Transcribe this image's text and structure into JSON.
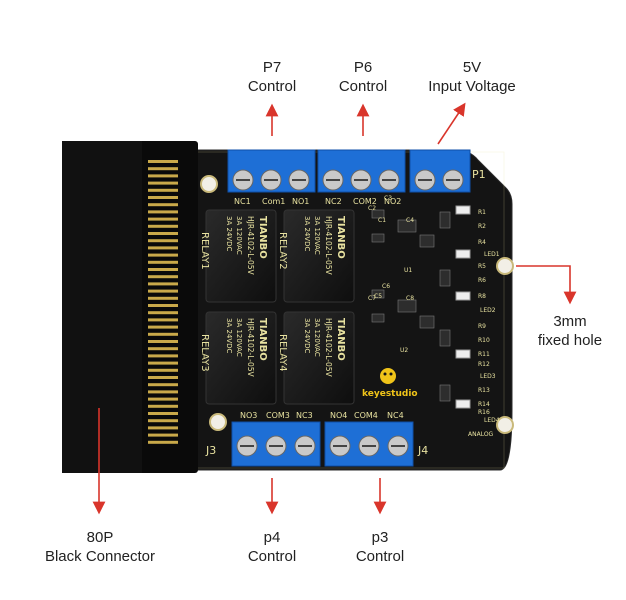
{
  "labels": {
    "p7": {
      "line1": "P7",
      "line2": "Control"
    },
    "p6": {
      "line1": "P6",
      "line2": "Control"
    },
    "v5": {
      "line1": "5V",
      "line2": "Input  Voltage"
    },
    "hole": {
      "line1": "3mm",
      "line2": "fixed hole"
    },
    "connector": {
      "line1": "80P",
      "line2": "Black Connector"
    },
    "p4": {
      "line1": "p4",
      "line2": "Control"
    },
    "p3": {
      "line1": "p3",
      "line2": "Control"
    }
  },
  "board": {
    "top_terminals": {
      "group1": [
        "NC1",
        "Com1",
        "NO1"
      ],
      "group2": [
        "NC2",
        "COM2",
        "NO2"
      ],
      "p1": "P1"
    },
    "bottom_terminals": {
      "j3_pins": [
        "NO3",
        "COM3",
        "NC3"
      ],
      "j4_pins": [
        "NO4",
        "COM4",
        "NC4"
      ],
      "j3": "J3",
      "j4": "J4"
    },
    "relays": [
      {
        "label": "RELAY1",
        "brand": "TIANBO",
        "model": "HJR-4102-L-05V",
        "rating1": "3A 120VAC",
        "rating2": "3A 24VDC"
      },
      {
        "label": "RELAY2",
        "brand": "TIANBO",
        "model": "HJR-4102-L-05V",
        "rating1": "3A 120VAC",
        "rating2": "3A 24VDC"
      },
      {
        "label": "RELAY3",
        "brand": "TIANBO",
        "model": "HJR-4102-L-05V",
        "rating1": "3A 120VAC",
        "rating2": "3A 24VDC"
      },
      {
        "label": "RELAY4",
        "brand": "TIANBO",
        "model": "HJR-4102-L-05V",
        "rating1": "3A 120VAC",
        "rating2": "3A 24VDC"
      }
    ],
    "logo": "keyestudio",
    "silkscreen": [
      "R1",
      "R2",
      "R4",
      "LED1",
      "R5",
      "R6",
      "R8",
      "LED2",
      "R9",
      "R10",
      "R11",
      "R12",
      "LED3",
      "R13",
      "R14",
      "R16",
      "LED4",
      "ANALOG",
      "U1",
      "U2",
      "C1",
      "C2",
      "C3",
      "C4",
      "C5",
      "C6",
      "C7",
      "C8"
    ]
  },
  "colors": {
    "board": "#141414",
    "terminal": "#1e6fd6",
    "arrow": "#d9352b",
    "silk": "#e8e2a0",
    "connector": "#0a0a0a"
  }
}
